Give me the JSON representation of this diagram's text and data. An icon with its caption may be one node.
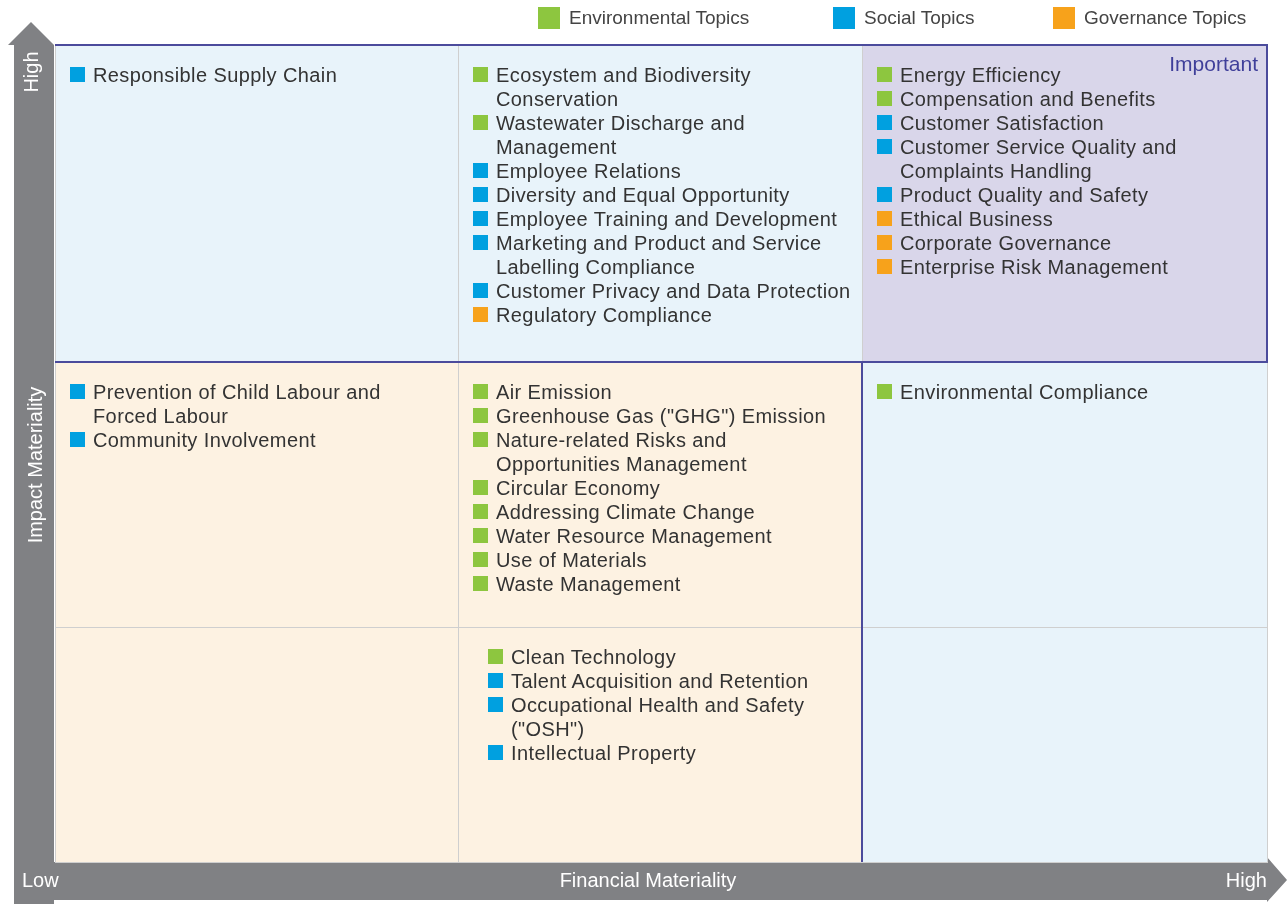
{
  "diagram": {
    "nodes": [
      {
        "text": [
          "Responsible Supply Chain"
        ]
      },
      {
        "text": [
          "Ecosystem and Biodiversity Conservation",
          "Wastewater Discharge and Management",
          "Employee Relations",
          "Diversity and Equal Opportunity",
          "Employee Training and Development",
          "Marketing and Product and Service Labelling Compliance",
          "Customer Privacy and Data Protection",
          "Regulatory Compliance"
        ]
      },
      {
        "text": [
          "Important",
          "Energy Efficiency",
          "Compensation and Benefits",
          "Customer Satisfaction",
          "Customer Service Quality and Complaints Handling",
          "Product Quality and Safety",
          "Ethical Business",
          "Corporate Governance",
          "Enterprise Risk Management"
        ]
      },
      {
        "text": [
          "Prevention of Child Labour and Forced Labour",
          "Community Involvement"
        ]
      },
      {
        "text": [
          "Air Emission",
          "Greenhouse Gas (\"GHG\") Emission",
          "Nature-related Risks and Opportunities Management",
          "Circular Economy",
          "Addressing Climate Change",
          "Water Resource Management",
          "Use of Materials",
          "Waste Management"
        ]
      },
      {
        "text": [
          "Environmental Compliance"
        ]
      },
      {
        "text": [],
        "shape": "box"
      },
      {
        "text": [
          "Clean Technology",
          "Talent Acquisition and Retention",
          "Occupational Health and Safety (\"OSH\")",
          "Intellectual Property"
        ]
      },
      {
        "text": [],
        "shape": "box"
      }
    ],
    "edges": [],
    "labels": [
      "High",
      "Impact Materiality",
      "Low",
      "Financial Materiality",
      "High"
    ],
    "legend": [
      {
        "text": "Environmental Topics",
        "color": "#8dc63f"
      },
      {
        "text": "Social Topics",
        "color": "#00a0e0"
      },
      {
        "text": "Governance Topics",
        "color": "#f7a21b"
      }
    ]
  }
}
